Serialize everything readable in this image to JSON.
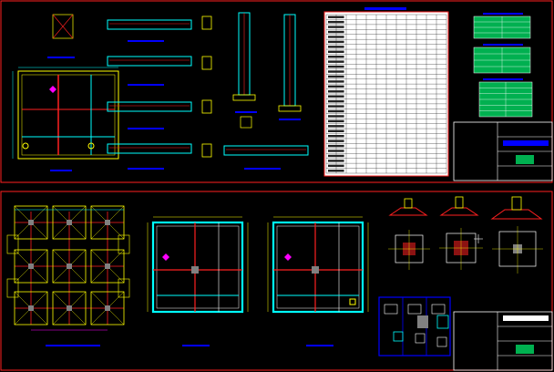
{
  "viewer": {
    "background": "#000000",
    "colors": {
      "frame": "#ff2020",
      "beam": "#00ffff",
      "dim": "#ffff00",
      "mark": "#ff00ff",
      "white": "#ffffff",
      "green": "#00b050",
      "blue": "#0000ff",
      "gray": "#808080"
    }
  },
  "sheets": [
    {
      "id": "top",
      "title_block": {
        "rows": 4
      }
    },
    {
      "id": "bottom",
      "title_block": {
        "rows": 4
      }
    }
  ],
  "tables": {
    "schedule": {
      "rows": 32,
      "cols": 12
    },
    "summary_a": {
      "rows": 4
    },
    "summary_b": {
      "rows": 4
    },
    "summary_c": {
      "rows": 6
    }
  },
  "icons": [
    "crosshair-icon"
  ]
}
